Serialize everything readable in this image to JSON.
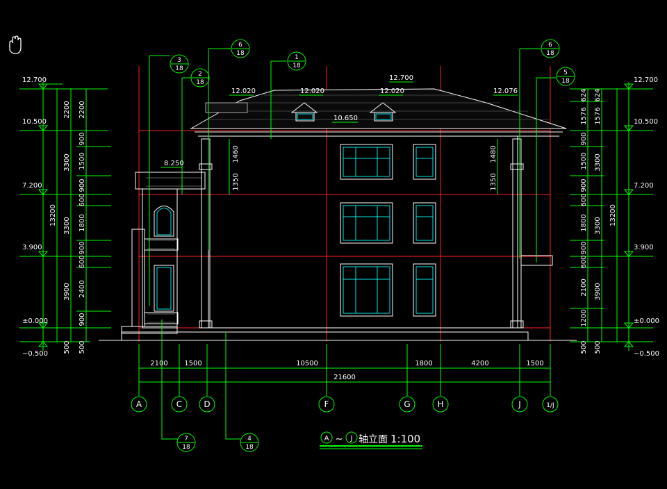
{
  "cursor": "hand-cursor-icon",
  "colors": {
    "background": "#000000",
    "axis": "#ff2020",
    "dimension": "#00ff00",
    "building": "#ffffff",
    "glass": "#00e5e5"
  },
  "levels_left": [
    "12.700",
    "10.500",
    "7.200",
    "3.900",
    "±0.000",
    "−0.500"
  ],
  "levels_right": [
    "12.700",
    "10.500",
    "7.200",
    "3.900",
    "±0.000",
    "−0.500"
  ],
  "left_dims_outer": [
    "2200",
    "3300",
    "3300",
    "3900",
    "500"
  ],
  "left_dims_total": "13200",
  "left_dims_inner": [
    "2200",
    "900",
    "1500",
    "900",
    "600",
    "1800",
    "900",
    "600",
    "2400",
    "900",
    "500"
  ],
  "right_dims_inner": [
    "624",
    "1576",
    "900",
    "1500",
    "900",
    "600",
    "1800",
    "900",
    "600",
    "2100",
    "1200",
    "500"
  ],
  "right_dims_outer": [
    "624",
    "1576",
    "3300",
    "3300",
    "3900",
    "500"
  ],
  "right_dims_total": "13200",
  "inner_dims": [
    "1460",
    "1350",
    "1480",
    "1350"
  ],
  "roof_elevations": [
    "12.020",
    "12.020",
    "12.700",
    "12.020",
    "12.076",
    "10.650",
    "8.250"
  ],
  "bottom_dims": [
    "2100",
    "1500",
    "10500",
    "1800",
    "4200",
    "1500"
  ],
  "bottom_total": "21600",
  "axes": [
    "A",
    "C",
    "D",
    "F",
    "G",
    "H",
    "J",
    "1/J"
  ],
  "detail_callouts": [
    {
      "num": "6",
      "sheet": "18"
    },
    {
      "num": "3",
      "sheet": "18"
    },
    {
      "num": "2",
      "sheet": "18"
    },
    {
      "num": "1",
      "sheet": "18"
    },
    {
      "num": "6",
      "sheet": "18"
    },
    {
      "num": "5",
      "sheet": "18"
    },
    {
      "num": "7",
      "sheet": "18"
    },
    {
      "num": "4",
      "sheet": "18"
    }
  ],
  "title": {
    "axis_start": "A",
    "tilde": "~",
    "axis_end": "J",
    "text": "轴立面",
    "scale": "1:100"
  }
}
